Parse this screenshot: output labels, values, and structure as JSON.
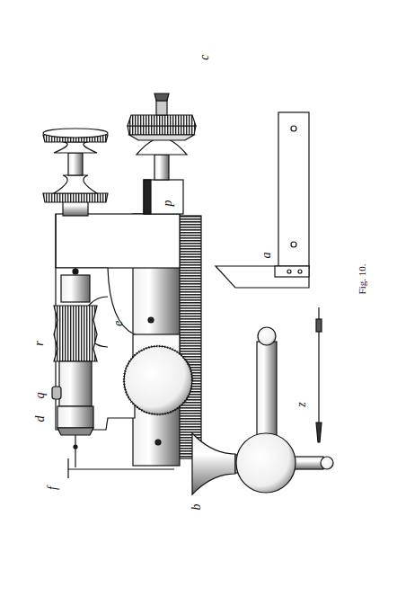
{
  "diagram": {
    "labels": [
      "c",
      "p",
      "r",
      "q",
      "d",
      "e",
      "f",
      "b",
      "a",
      "z",
      "Fig. 10."
    ]
  }
}
